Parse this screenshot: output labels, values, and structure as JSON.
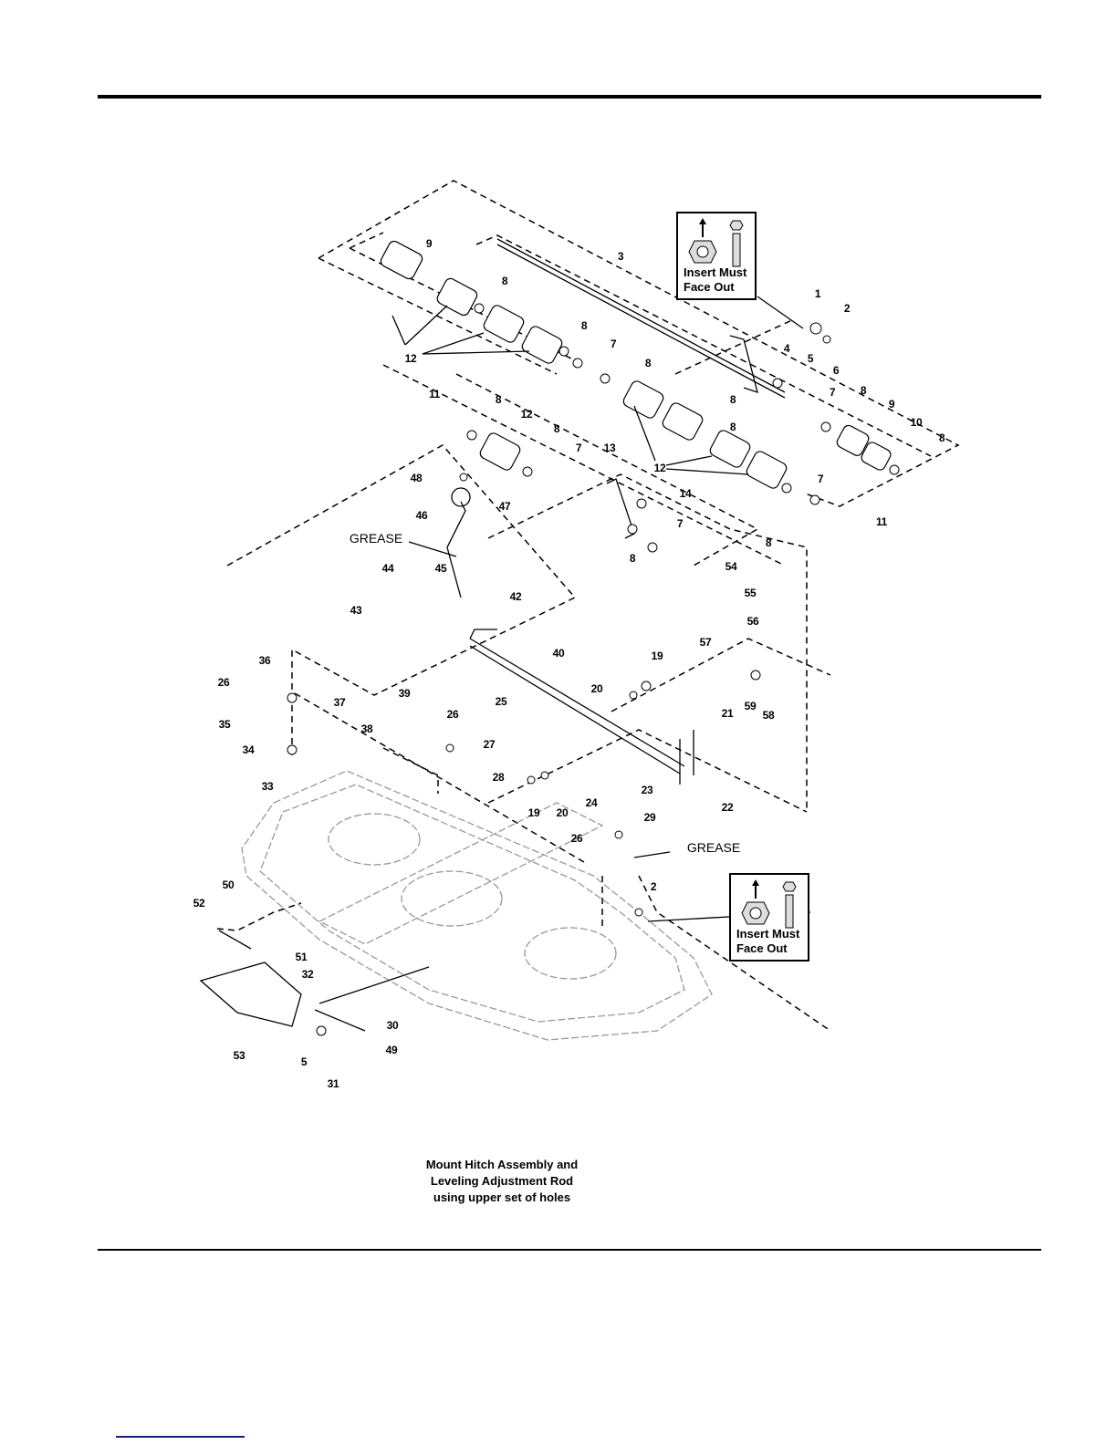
{
  "callouts": [
    {
      "line1": "Insert Must",
      "line2": "Face Out"
    },
    {
      "line1": "Insert Must",
      "line2": "Face Out"
    }
  ],
  "grease_labels": [
    "GREASE",
    "GREASE"
  ],
  "part_labels": [
    "9",
    "3",
    "1",
    "2",
    "8",
    "12",
    "8",
    "7",
    "8",
    "4",
    "5",
    "6",
    "7",
    "8",
    "9",
    "10",
    "8",
    "11",
    "8",
    "12",
    "8",
    "7",
    "13",
    "8",
    "8",
    "12",
    "7",
    "14",
    "7",
    "8",
    "8",
    "11",
    "48",
    "47",
    "46",
    "44",
    "45",
    "42",
    "43",
    "54",
    "55",
    "56",
    "57",
    "40",
    "19",
    "36",
    "26",
    "37",
    "35",
    "39",
    "20",
    "21",
    "59",
    "58",
    "25",
    "26",
    "27",
    "38",
    "34",
    "28",
    "33",
    "23",
    "24",
    "19",
    "20",
    "22",
    "29",
    "26",
    "2",
    "50",
    "52",
    "51",
    "32",
    "30",
    "49",
    "53",
    "5",
    "31"
  ],
  "caption": {
    "line1": "Mount Hitch Assembly and",
    "line2": "Leveling Adjustment Rod",
    "line3": "using upper set of holes"
  }
}
